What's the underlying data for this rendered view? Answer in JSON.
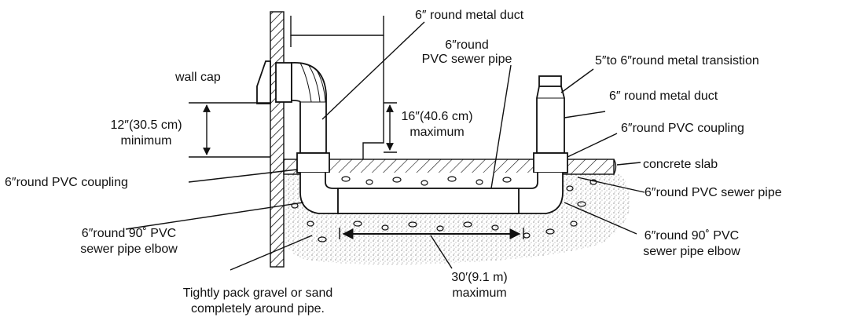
{
  "labels": {
    "duct_top": "6″ round metal duct",
    "pvc_sewer_pipe_top_1": "6″round",
    "pvc_sewer_pipe_top_2": "PVC sewer pipe",
    "transition": "5″to 6″round metal transistion",
    "wall_cap": "wall cap",
    "duct_right": "6″ round metal duct",
    "min_height_1": "12″(30.5 cm)",
    "min_height_2": "minimum",
    "max_height_1": "16″(40.6 cm)",
    "max_height_2": "maximum",
    "coupling_right": "6″round PVC coupling",
    "concrete_slab": "concrete slab",
    "coupling_left": "6″round PVC coupling",
    "sewer_pipe_right": "6″round PVC sewer  pipe",
    "elbow_left_1": "6″round 90˚ PVC",
    "elbow_left_2": "sewer pipe elbow",
    "elbow_right_1": "6″round 90˚ PVC",
    "elbow_right_2": "sewer pipe elbow",
    "gravel_1": "Tightly pack gravel or sand",
    "gravel_2": "completely around pipe.",
    "max_length_1": "30′(9.1 m)",
    "max_length_2": "maximum"
  },
  "colors": {
    "ink": "#111111",
    "paper": "#ffffff",
    "gravel_fill": "#e6e6e6"
  }
}
